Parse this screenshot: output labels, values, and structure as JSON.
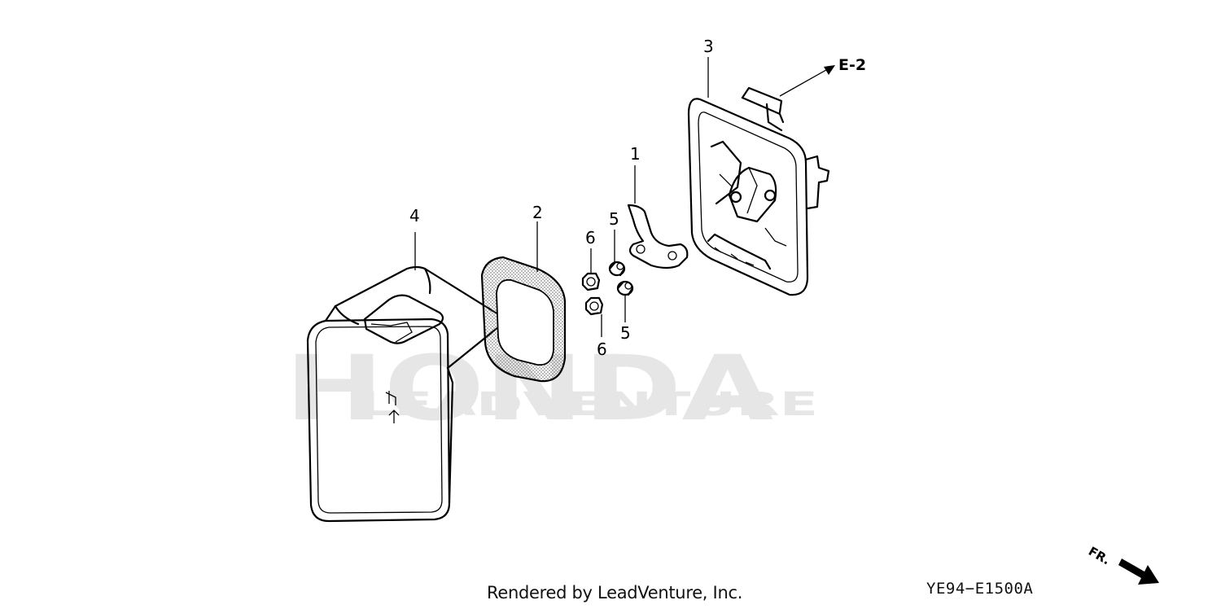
{
  "callouts": {
    "part_1": "1",
    "part_2": "2",
    "part_3": "3",
    "part_4": "4",
    "part_5a": "5",
    "part_5b": "5",
    "part_6a": "6",
    "part_6b": "6"
  },
  "reference": "E-2",
  "direction_label": "FR.",
  "watermark": {
    "brand": "HONDA",
    "sub": "LEADVENTURE"
  },
  "footer": {
    "credit": "Rendered by LeadVenture, Inc.",
    "code": "YE94−E1500A"
  }
}
